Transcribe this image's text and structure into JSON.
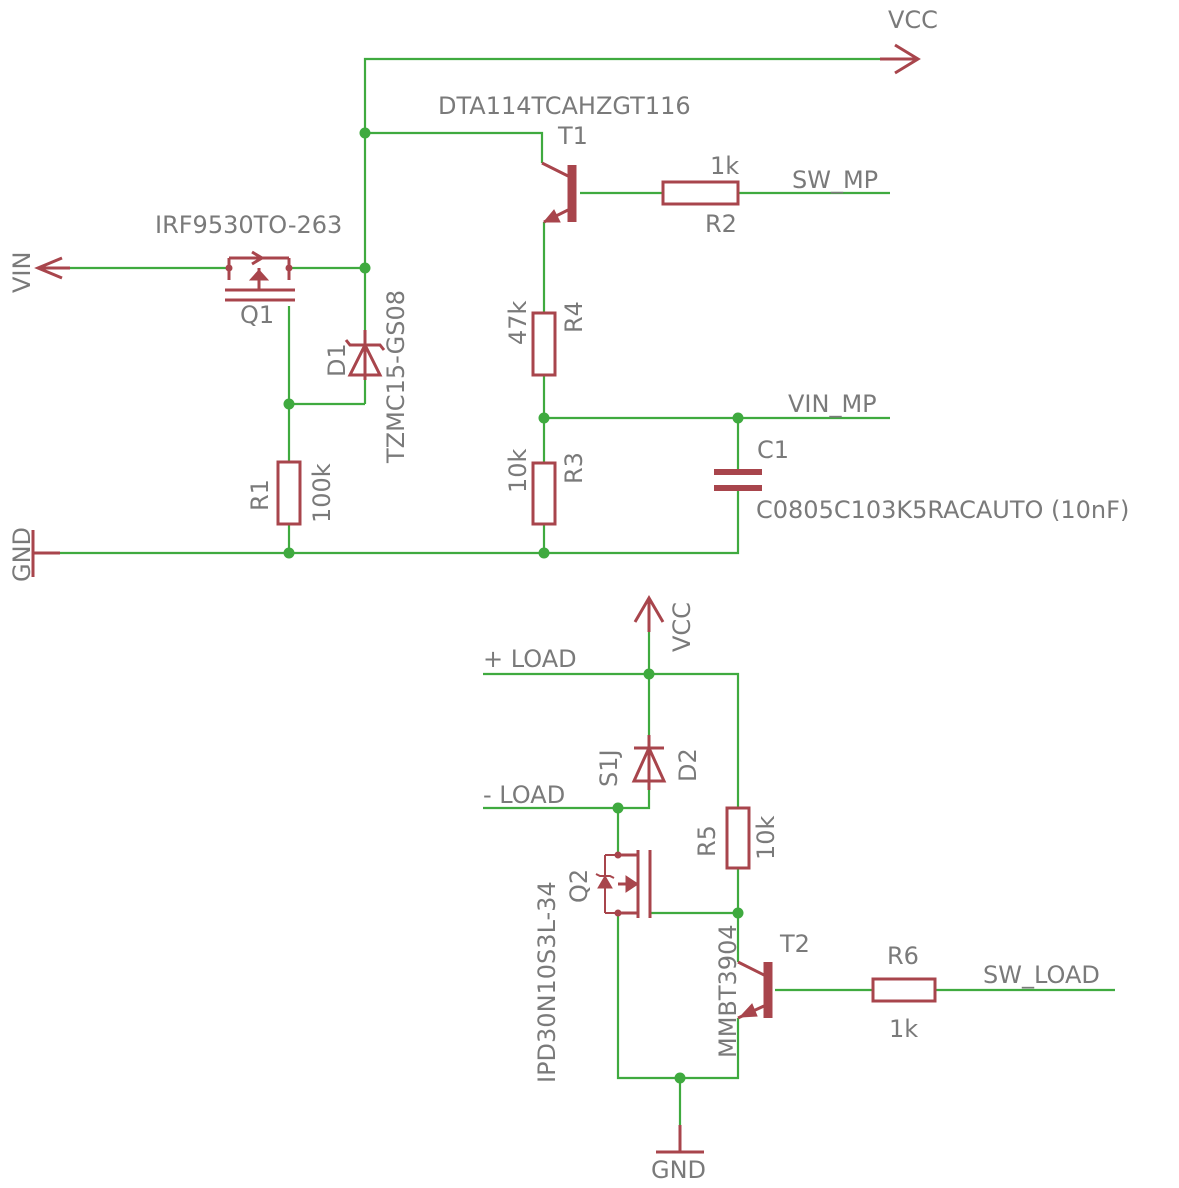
{
  "components": {
    "q1": {
      "ref": "Q1",
      "value": "IRF9530TO-263"
    },
    "d1": {
      "ref": "D1",
      "value": "TZMC15-GS08"
    },
    "r1": {
      "ref": "R1",
      "value": "100k"
    },
    "t1": {
      "ref": "T1",
      "value": "DTA114TCAHZGT116"
    },
    "r2": {
      "ref": "R2",
      "value": "1k"
    },
    "r4": {
      "ref": "R4",
      "value": "47k"
    },
    "r3": {
      "ref": "R3",
      "value": "10k"
    },
    "c1": {
      "ref": "C1",
      "value": "C0805C103K5RACAUTO (10nF)"
    },
    "d2": {
      "ref": "D2",
      "value": "S1J"
    },
    "q2": {
      "ref": "Q2",
      "value": "IPD30N10S3L-34"
    },
    "r5": {
      "ref": "R5",
      "value": "10k"
    },
    "t2": {
      "ref": "T2",
      "value": "MMBT3904"
    },
    "r6": {
      "ref": "R6",
      "value": "1k"
    }
  },
  "nets": {
    "vcc_top": "VCC",
    "vin": "VIN",
    "gnd_top": "GND",
    "sw_mp": "SW_MP",
    "vin_mp": "VIN_MP",
    "vcc_bottom": "VCC",
    "plus_load": "+ LOAD",
    "minus_load": "- LOAD",
    "sw_load": "SW_LOAD",
    "gnd_bottom": "GND"
  },
  "colors": {
    "wire": "#3faa3f",
    "symbol": "#a8454c",
    "text": "#7a7a7a"
  }
}
